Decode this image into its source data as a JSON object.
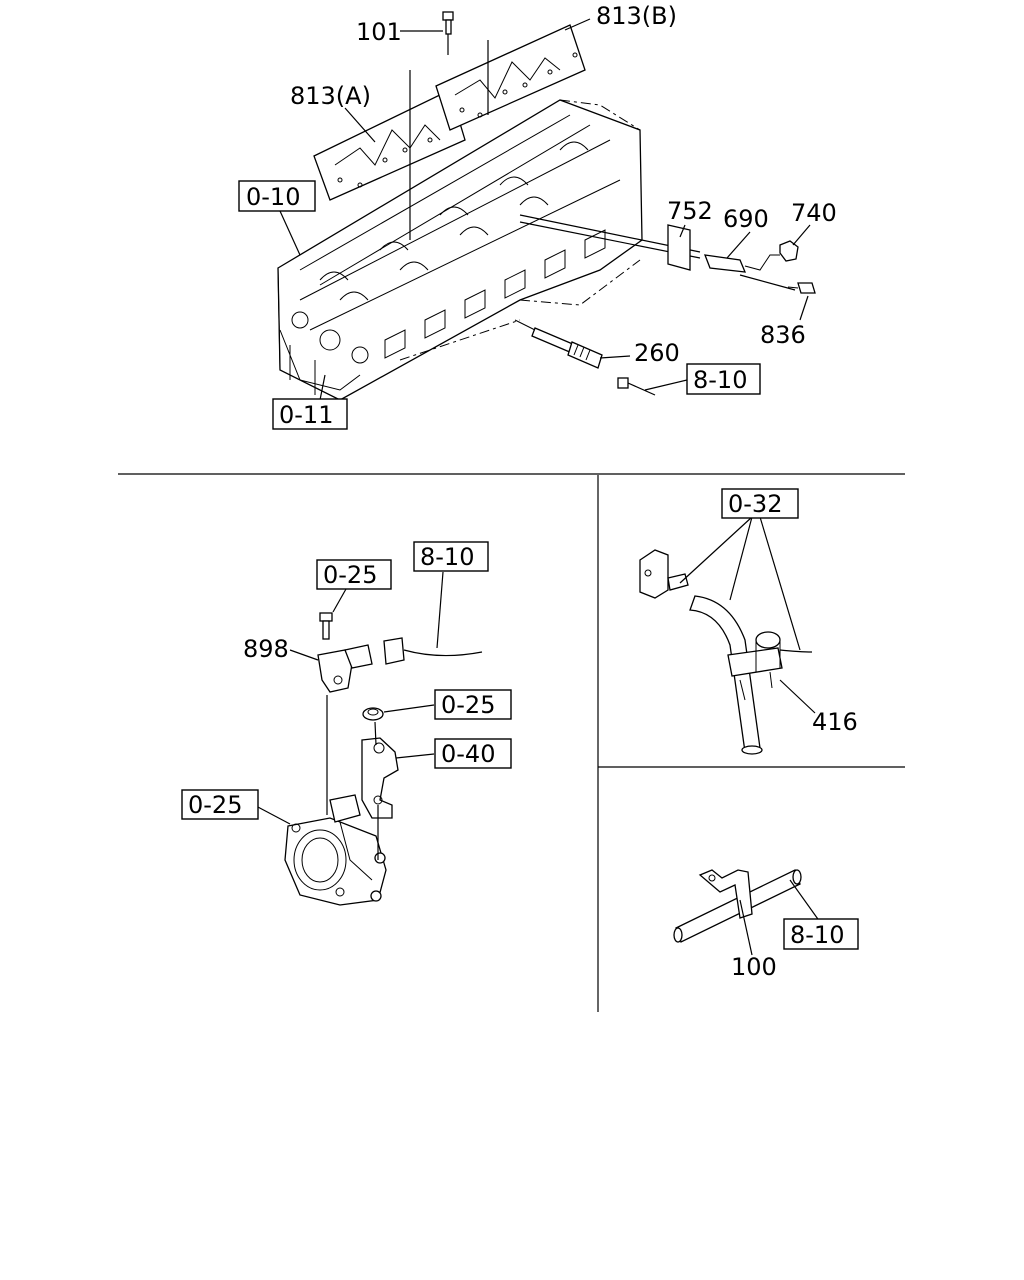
{
  "labels": {
    "part_101": "101",
    "part_813b": "813(B)",
    "part_813a": "813(A)",
    "ref_0_10": "0-10",
    "part_752": "752",
    "part_690": "690",
    "part_740": "740",
    "part_836": "836",
    "part_260": "260",
    "ref_8_10_top": "8-10",
    "ref_0_11": "0-11",
    "ref_0_25_a": "0-25",
    "ref_8_10_mid": "8-10",
    "part_898": "898",
    "ref_0_25_b": "0-25",
    "ref_0_40": "0-40",
    "ref_0_25_c": "0-25",
    "ref_0_32": "0-32",
    "part_416": "416",
    "ref_8_10_right": "8-10",
    "part_100": "100"
  }
}
